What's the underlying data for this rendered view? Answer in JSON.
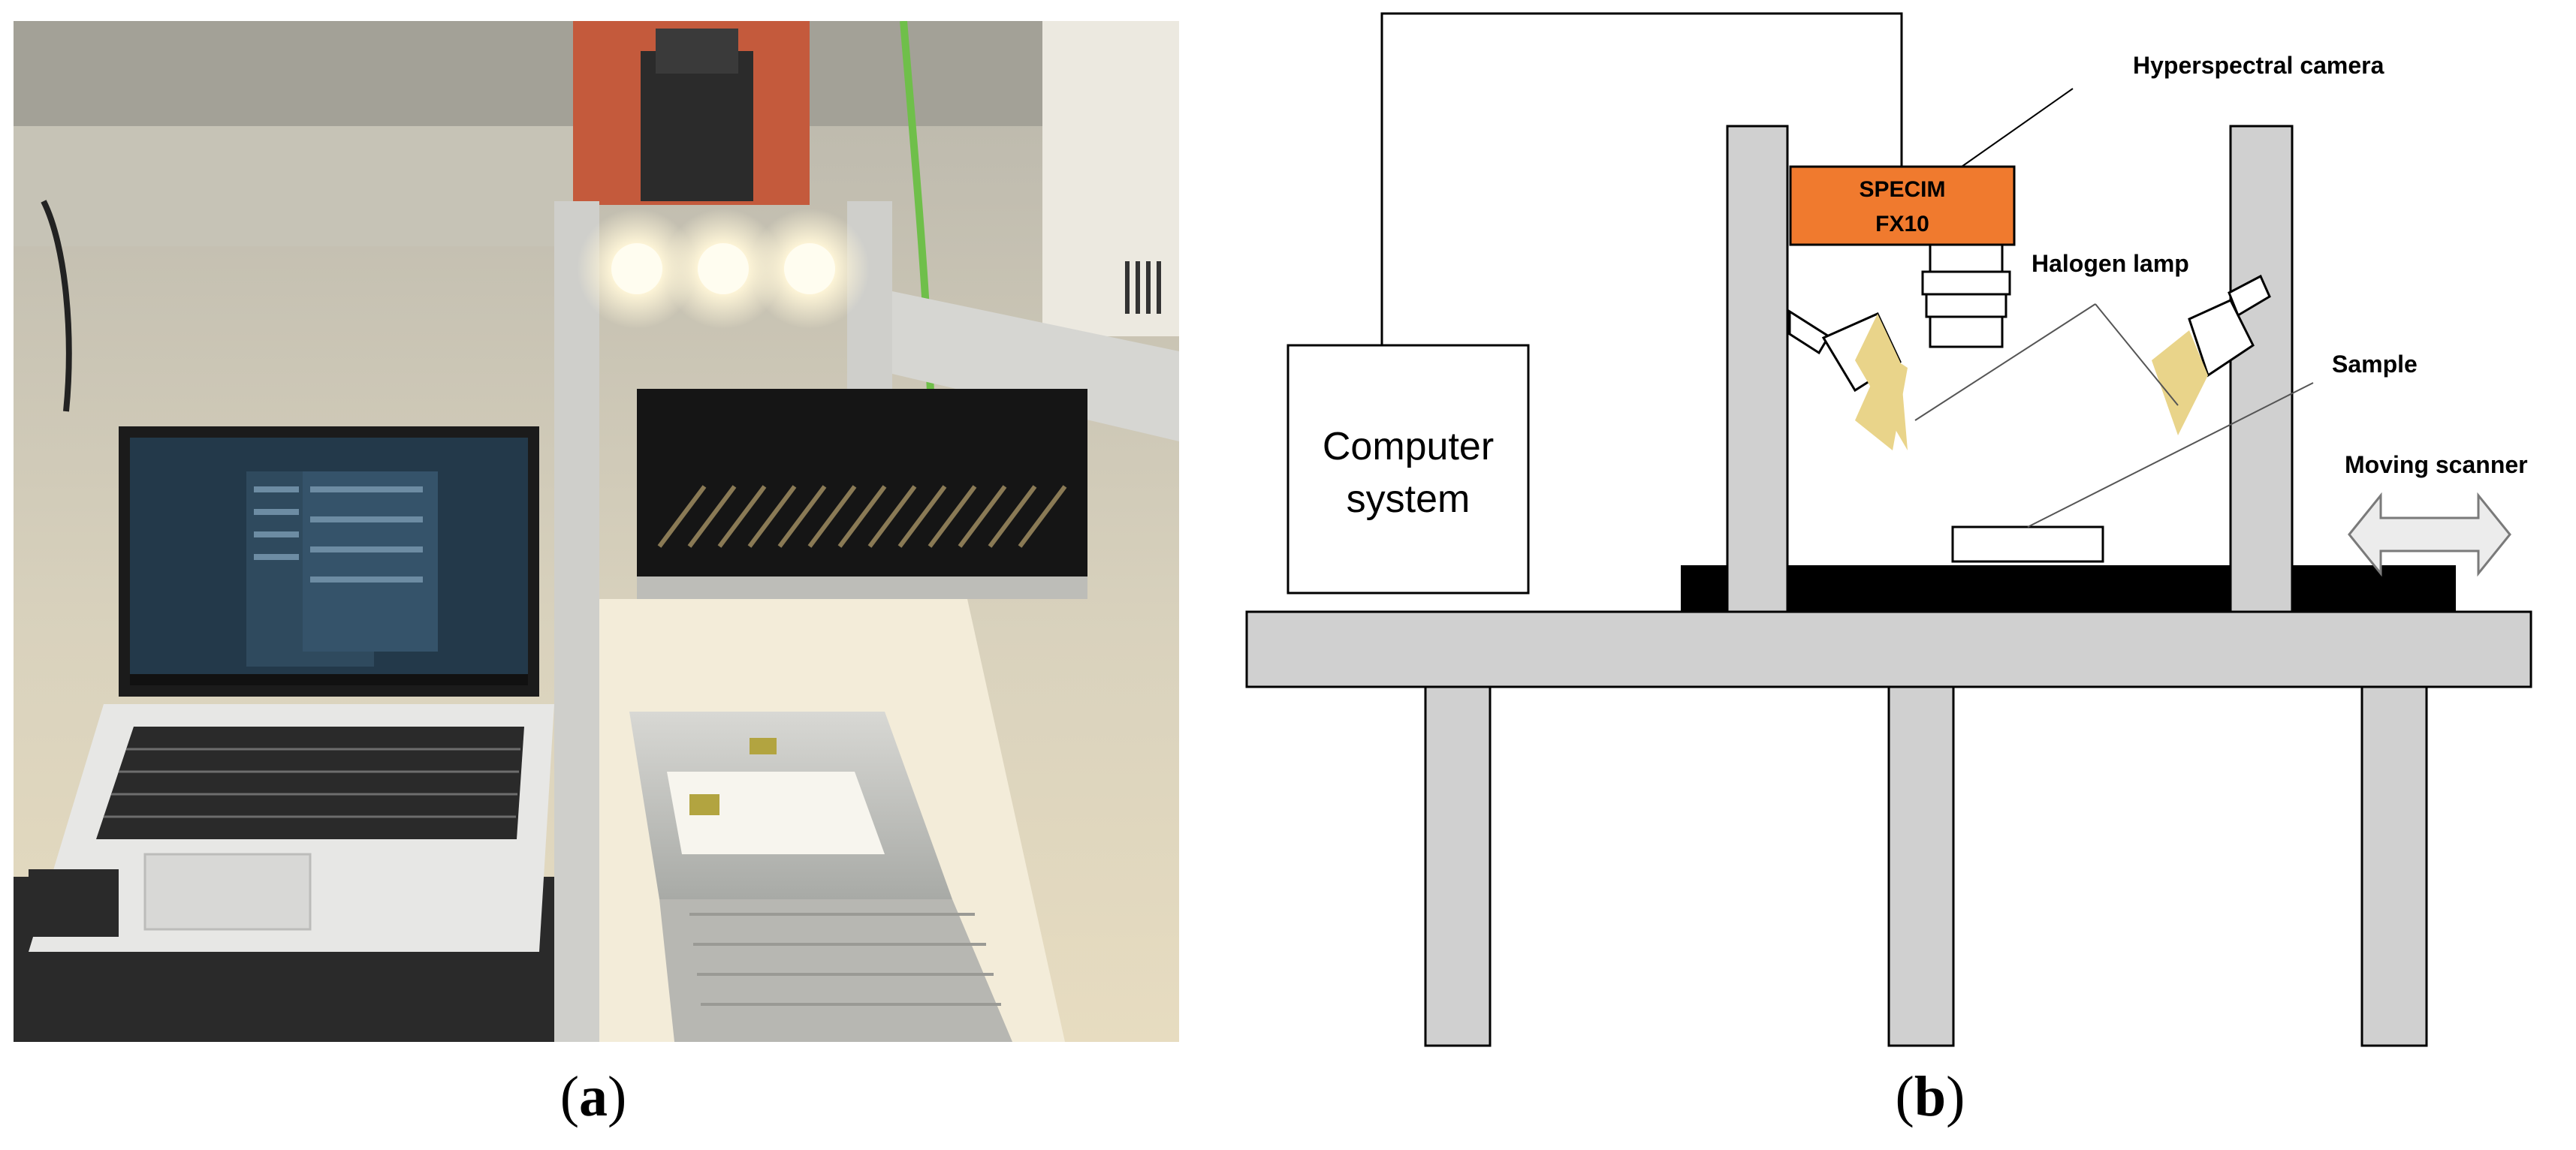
{
  "panels": {
    "a": {
      "caption_letter": "a"
    },
    "b": {
      "caption_letter": "b"
    }
  },
  "diagram": {
    "computer_label_line1": "Computer",
    "computer_label_line2": "system",
    "camera_label_line1": "SPECIM",
    "camera_label_line2": "FX10",
    "callout_camera": "Hyperspectral camera",
    "callout_lamp": "Halogen lamp",
    "callout_sample": "Sample",
    "callout_scanner": "Moving scanner"
  },
  "colors": {
    "camera_orange": "#f07a2e",
    "frame_gray": "#d0d0d0",
    "light_yellow": "#e9d48a",
    "stage_black": "#000000"
  }
}
